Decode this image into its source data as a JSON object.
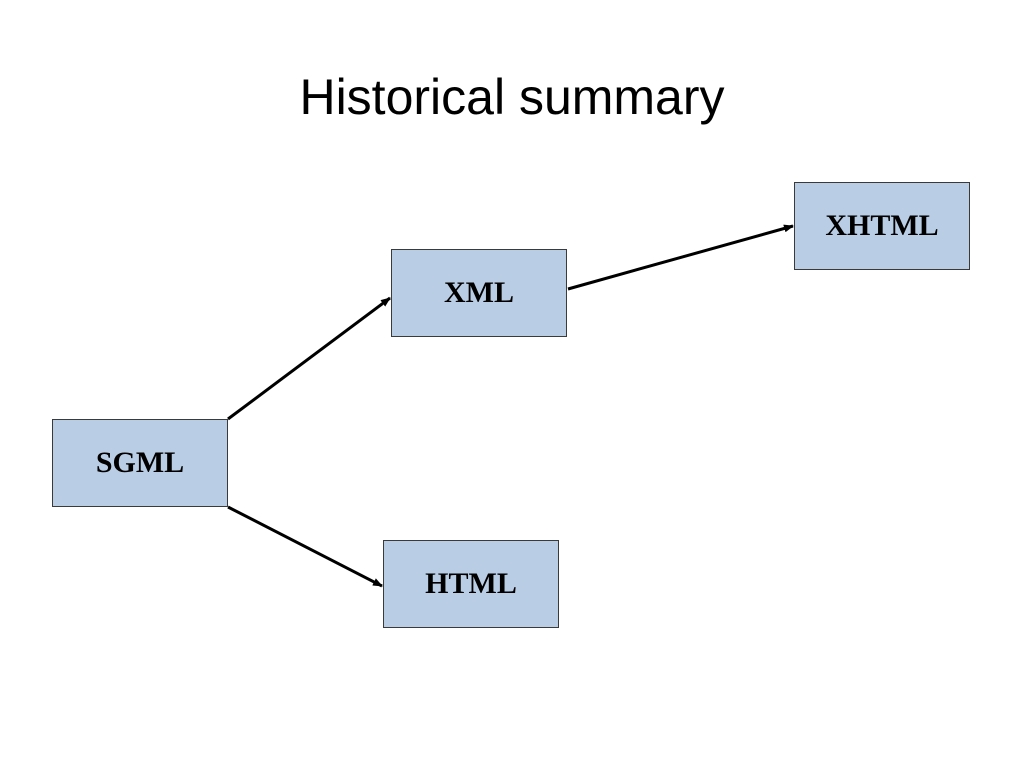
{
  "slide": {
    "title": "Historical summary"
  },
  "diagram": {
    "node_fill": "#b9cde5",
    "node_border": "#3a3a3a",
    "arrow_color": "#000000",
    "nodes": [
      {
        "id": "sgml",
        "label": "SGML"
      },
      {
        "id": "xml",
        "label": "XML"
      },
      {
        "id": "html",
        "label": "HTML"
      },
      {
        "id": "xhtml",
        "label": "XHTML"
      }
    ],
    "edges": [
      {
        "from": "sgml",
        "to": "xml"
      },
      {
        "from": "sgml",
        "to": "html"
      },
      {
        "from": "xml",
        "to": "xhtml"
      }
    ]
  }
}
